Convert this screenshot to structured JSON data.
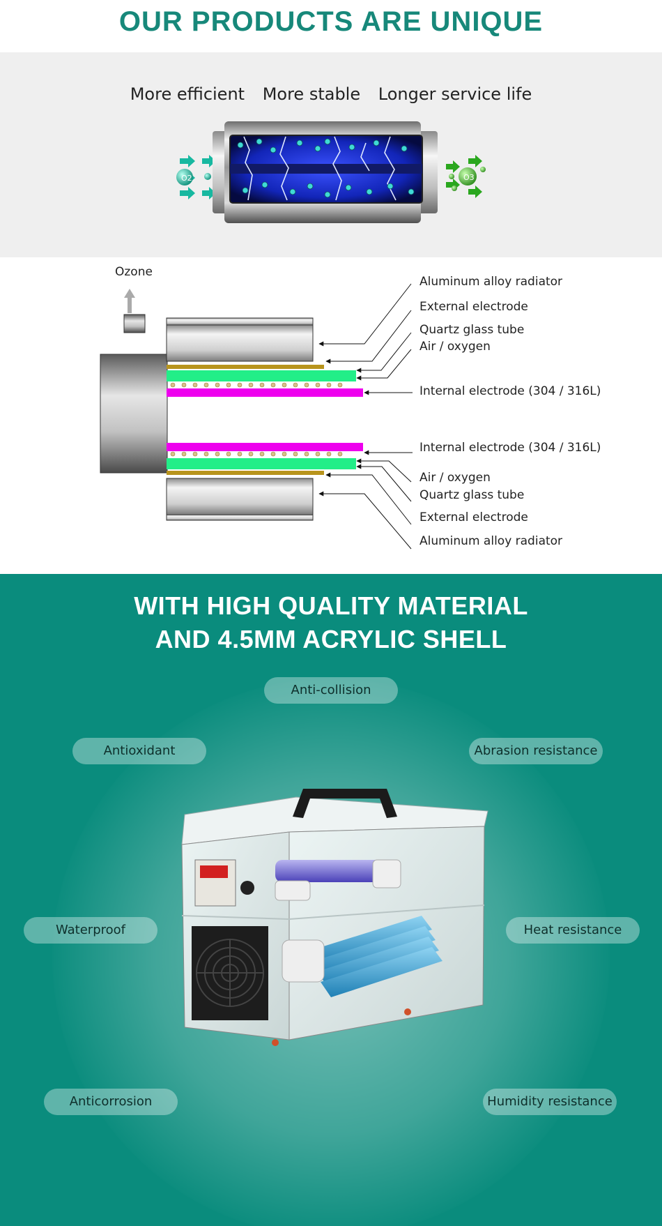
{
  "header": {
    "title": "OUR PRODUCTS ARE UNIQUE"
  },
  "features": [
    "More efficient",
    "More stable",
    "Longer service life"
  ],
  "hero": {
    "inlet_label": "O2",
    "outlet_label": "O3"
  },
  "diagram": {
    "ozone_label": "Ozone",
    "top_labels": [
      "Aluminum alloy radiator",
      "External electrode",
      "Quartz glass tube",
      "Air / oxygen",
      "Internal electrode (304 / 316L)"
    ],
    "bottom_labels": [
      "Internal electrode (304 / 316L)",
      "Air / oxygen",
      "Quartz glass tube",
      "External electrode",
      "Aluminum alloy radiator"
    ],
    "colors": {
      "oxygen_channel": "#22ee88",
      "internal_electrode": "#ee00ee",
      "external_electrode": "#b8941c",
      "radiator": "#c8c8c8"
    }
  },
  "material": {
    "title_line1": "WITH HIGH QUALITY MATERIAL",
    "title_line2": "AND 4.5MM ACRYLIC SHELL",
    "pills": {
      "anti_collision": "Anti-collision",
      "antioxidant": "Antioxidant",
      "abrasion": "Abrasion resistance",
      "waterproof": "Waterproof",
      "heat": "Heat resistance",
      "anticorrosion": "Anticorrosion",
      "humidity": "Humidity resistance"
    },
    "colors": {
      "background": "#0a8c7d",
      "pill": "#ffffff"
    }
  }
}
